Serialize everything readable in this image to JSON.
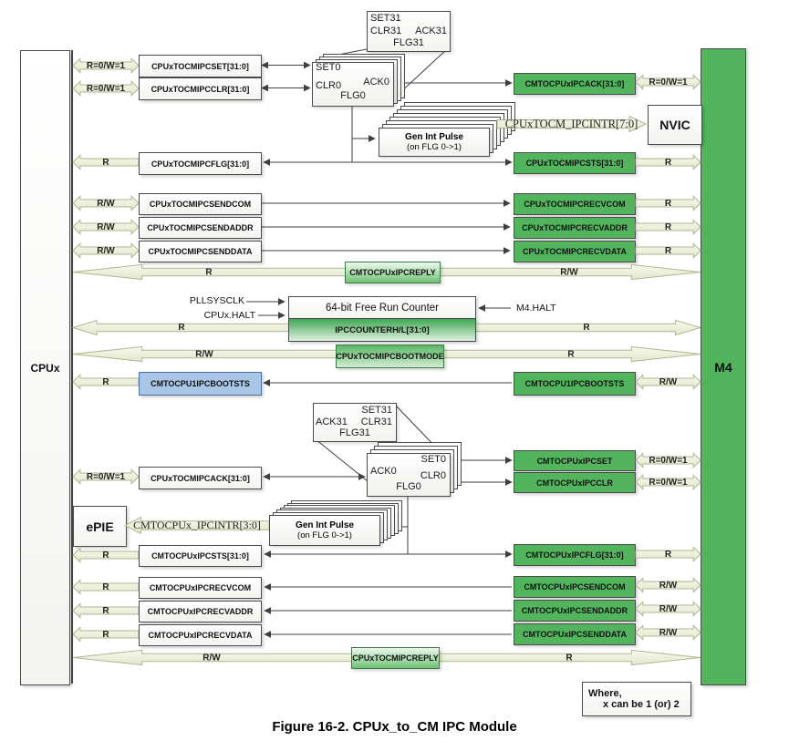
{
  "caption": "Figure 16-2. CPUx_to_CM IPC Module",
  "blocks": {
    "cpu": "CPUx",
    "m4": "M4",
    "nvic": "NVIC",
    "epie": "ePIE"
  },
  "access": {
    "r": "R",
    "rw": "R/W",
    "r0w1": "R=0/W=1"
  },
  "interrupts": {
    "to_cm": "CPUxTOCM_IPCINTR[7:0]",
    "to_cpu": "CMTOCPUx_IPCINTR[3:0]"
  },
  "gen_int_pulse": {
    "title": "Gen Int Pulse",
    "subtitle": "(on FLG 0->1)"
  },
  "counter": {
    "name": "64-bit Free Run Counter",
    "reg": "IPCCOUNTERH/L[31:0]",
    "pllsysclk": "PLLSYSCLK",
    "cpux_halt": "CPUx.HALT",
    "m4_halt": "M4.HALT"
  },
  "flags": {
    "set0": "SET0",
    "clr0": "CLR0",
    "ack0": "ACK0",
    "flg0": "FLG0",
    "set31": "SET31",
    "clr31": "CLR31",
    "ack31": "ACK31",
    "flg31": "FLG31"
  },
  "cpu_regs": {
    "set": "CPUxTOCMIPCSET[31:0]",
    "clr": "CPUxTOCMIPCCLR[31:0]",
    "flg": "CPUxTOCMIPCFLG[31:0]",
    "sendcom": "CPUxTOCMIPCSENDCOM",
    "sendaddr": "CPUxTOCMIPCSENDADDR",
    "senddata": "CPUxTOCMIPCSENDDATA",
    "ack": "CPUxTOCMIPCACK[31:0]",
    "sts": "CMTOCPUxIPCSTS[31:0]",
    "recvcom": "CMTOCPUxIPCRECVCOM",
    "recvaddr": "CMTOCPUxIPCRECVADDR",
    "recvdata": "CMTOCPUxIPCRECVDATA",
    "bootsts": "CMTOCPU1IPCBOOTSTS"
  },
  "cm_regs": {
    "ack": "CMTOCPUxIPCACK[31:0]",
    "sts": "CPUxTOCMIPCSTS[31:0]",
    "recvcom": "CPUxTOCMIPCRECVCOM",
    "recvaddr": "CPUxTOCMIPCRECVADDR",
    "recvdata": "CPUxTOCMIPCRECVDATA",
    "reply": "CMTOCPUxIPCREPLY",
    "bootmode": "CPUxTOCMIPCBOOTMODE",
    "bootsts": "CMTOCPU1IPCBOOTSTS",
    "set": "CMTOCPUxIPCSET",
    "clr": "CMTOCPUxIPCCLR",
    "flg": "CMTOCPUxIPCFLG[31:0]",
    "sendcom": "CMTOCPUxIPCSENDCOM",
    "sendaddr": "CMTOCPUxIPCSENDADDR",
    "senddata": "CMTOCPUxIPCSENDDATA",
    "reply_cpu": "CPUxTOCMIPCREPLY"
  },
  "where": {
    "line1": "Where,",
    "line2": "x can be 1 (or) 2"
  },
  "colors": {
    "green": "#53b45e",
    "blue": "#a9c6e7",
    "arrow_fill": "#eef2dd"
  }
}
